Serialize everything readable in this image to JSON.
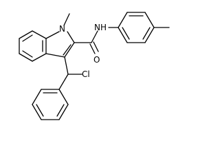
{
  "structure": {
    "atoms": {
      "n1": "N",
      "nh": "NH",
      "o": "O",
      "cl": "Cl"
    }
  },
  "colors": {
    "bond": "#000000",
    "label": "#000000",
    "background": "#ffffff"
  }
}
